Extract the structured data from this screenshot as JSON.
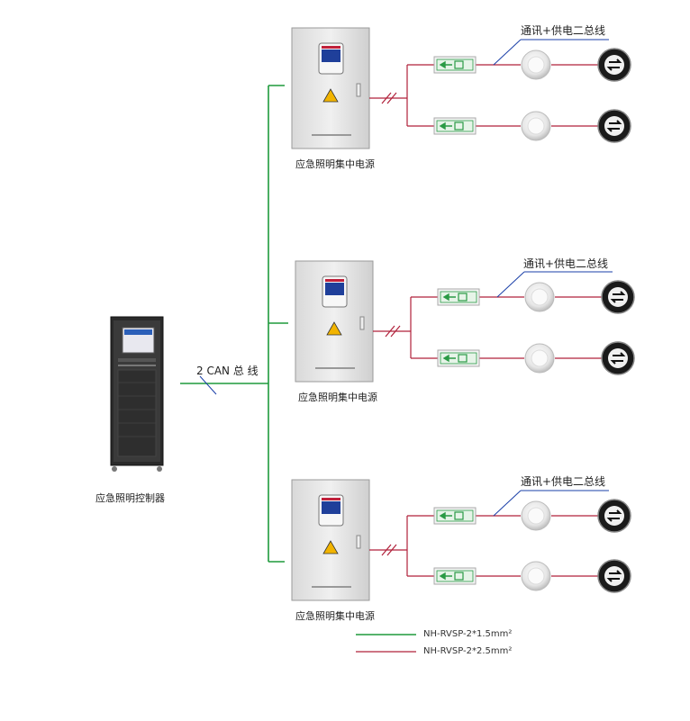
{
  "controller": {
    "label": "应急照明控制器"
  },
  "bus": {
    "label": "2 CAN  总  线"
  },
  "power_cabinets": [
    {
      "label": "应急照明集中电源",
      "bus_note": "通讯+供电二总线"
    },
    {
      "label": "应急照明集中电源",
      "bus_note": "通讯+供电二总线"
    },
    {
      "label": "应急照明集中电源",
      "bus_note": "通讯+供电二总线"
    }
  ],
  "devices": {
    "exit_sign": "exit-sign-icon",
    "emergency_light": "ceiling-emergency-light-icon",
    "direction_sign": "direction-sign-icon"
  },
  "legend": [
    {
      "color": "#1e9a3c",
      "label": "NH-RVSP-2*1.5mm²"
    },
    {
      "color": "#b0203a",
      "label": "NH-RVSP-2*2.5mm²"
    }
  ],
  "colors": {
    "can_bus": "#1e9a3c",
    "power_bus": "#b0203a",
    "note_line": "#1a3fa8"
  }
}
